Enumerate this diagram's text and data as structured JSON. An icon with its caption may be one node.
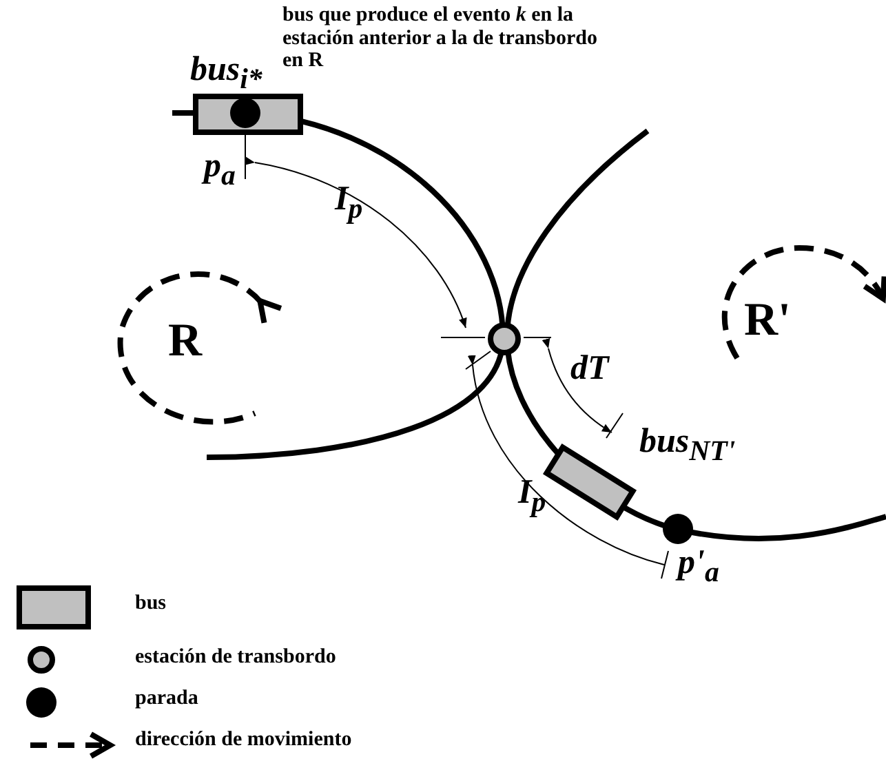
{
  "diagram": {
    "labels": [
      "bus que produce el evento *k* en la estación anterior a la de transbordo en R",
      "bus$_{i*}$",
      "p$_{a}$",
      "I$_{p}$",
      "R",
      "R'",
      "dT",
      "bus$_{NT'}$",
      "I$_{p}$",
      "p'$_{a}$"
    ],
    "legend": [
      {
        "text": "bus"
      },
      {
        "text": "estación de transbordo"
      },
      {
        "text": "parada"
      },
      {
        "text": "dirección de movimiento"
      }
    ]
  }
}
